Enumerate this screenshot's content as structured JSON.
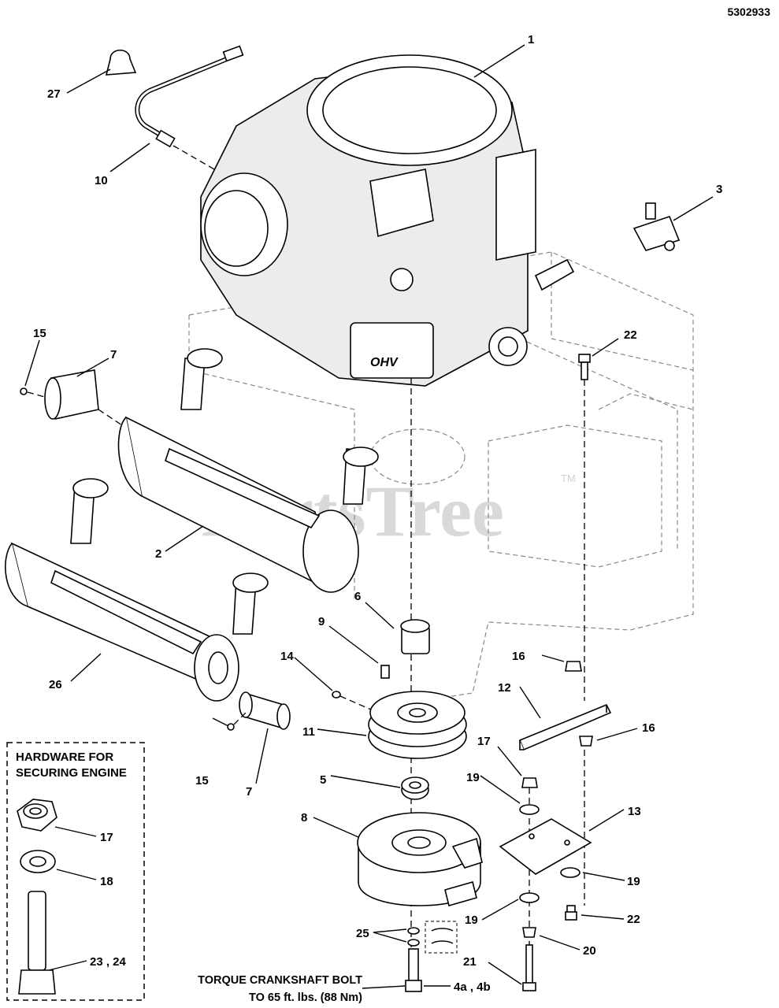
{
  "document": {
    "number": "5302933"
  },
  "watermark": {
    "text": "PartsTree",
    "trademark": "TM"
  },
  "hardware_box": {
    "title_line1": "HARDWARE FOR",
    "title_line2": "SECURING ENGINE"
  },
  "torque_note": {
    "line1": "TORQUE CRANKSHAFT BOLT",
    "line2": "TO 65 ft. lbs. (88 Nm)"
  },
  "callouts": {
    "c1": "1",
    "c2": "2",
    "c3": "3",
    "c4ab": "4a , 4b",
    "c5": "5",
    "c6": "6",
    "c7a": "7",
    "c7b": "7",
    "c8": "8",
    "c9": "9",
    "c10": "10",
    "c11": "11",
    "c12": "12",
    "c13": "13",
    "c14": "14",
    "c15a": "15",
    "c15b": "15",
    "c16a": "16",
    "c16b": "16",
    "c17a": "17",
    "c17b": "17",
    "c18": "18",
    "c19a": "19",
    "c19b": "19",
    "c19c": "19",
    "c20": "20",
    "c21": "21",
    "c22a": "22",
    "c22b": "22",
    "c2324": "23 , 24",
    "c25": "25",
    "c26": "26",
    "c27": "27"
  }
}
